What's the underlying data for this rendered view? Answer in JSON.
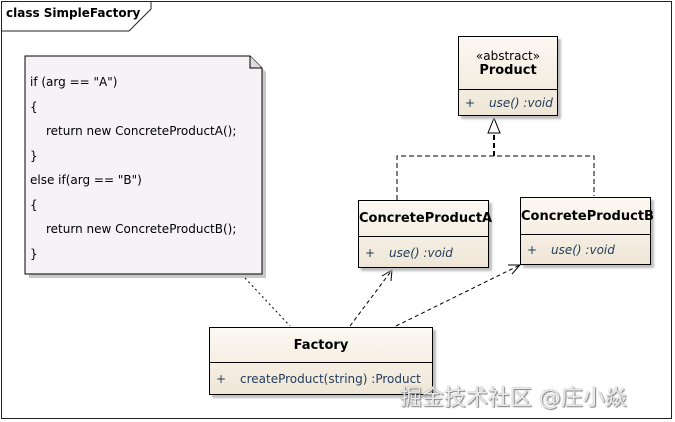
{
  "frame": {
    "title": "class SimpleFactory"
  },
  "note": {
    "lines": [
      "if (arg == \"A\")",
      "{",
      "return new ConcreteProductA();",
      "}",
      "else if(arg == \"B\")",
      "{",
      "return new ConcreteProductB();",
      "}"
    ]
  },
  "classes": {
    "product": {
      "stereotype": "«abstract»",
      "name": "Product",
      "op_vis": "+",
      "op": "use()  :void"
    },
    "concrete_a": {
      "name": "ConcreteProductA",
      "op_vis": "+",
      "op": "use()  :void"
    },
    "concrete_b": {
      "name": "ConcreteProductB",
      "op_vis": "+",
      "op": "use()  :void"
    },
    "factory": {
      "name": "Factory",
      "op_vis": "+",
      "op": "createProduct(string)  :Product"
    }
  },
  "relations": [
    {
      "type": "realization",
      "from": "ConcreteProductA",
      "to": "Product"
    },
    {
      "type": "realization",
      "from": "ConcreteProductB",
      "to": "Product"
    },
    {
      "type": "dependency",
      "from": "Factory",
      "to": "ConcreteProductA"
    },
    {
      "type": "dependency",
      "from": "Factory",
      "to": "ConcreteProductB"
    },
    {
      "type": "note-link",
      "from": "Note",
      "to": "Factory"
    }
  ],
  "watermark": "掘金技术社区 @庄小焱"
}
